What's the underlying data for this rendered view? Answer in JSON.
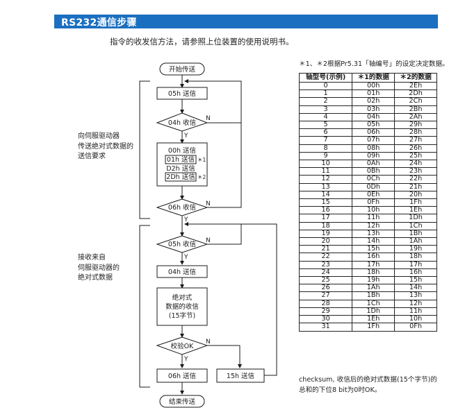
{
  "header": {
    "title": "RS232通信步骤"
  },
  "intro": "指令的收发信方法，请参照上位装置的使用说明书。",
  "table_note": "＊1、＊2根据Pr5.31「轴编号」的设定决定数据。",
  "table": {
    "headers": [
      "轴型号(示例)",
      "＊1的数据",
      "＊2的数据"
    ],
    "rows": [
      [
        "0",
        "00h",
        "2Eh"
      ],
      [
        "1",
        "01h",
        "2Dh"
      ],
      [
        "2",
        "02h",
        "2Ch"
      ],
      [
        "3",
        "03h",
        "2Bh"
      ],
      [
        "4",
        "04h",
        "2Ah"
      ],
      [
        "5",
        "05h",
        "29h"
      ],
      [
        "6",
        "06h",
        "28h"
      ],
      [
        "7",
        "07h",
        "27h"
      ],
      [
        "8",
        "08h",
        "26h"
      ],
      [
        "9",
        "09h",
        "25h"
      ],
      [
        "10",
        "0Ah",
        "24h"
      ],
      [
        "11",
        "0Bh",
        "23h"
      ],
      [
        "12",
        "0Ch",
        "22h"
      ],
      [
        "13",
        "0Dh",
        "21h"
      ],
      [
        "14",
        "0Eh",
        "20h"
      ],
      [
        "15",
        "0Fh",
        "1Fh"
      ],
      [
        "16",
        "10h",
        "1Eh"
      ],
      [
        "17",
        "11h",
        "1Dh"
      ],
      [
        "18",
        "12h",
        "1Ch"
      ],
      [
        "19",
        "13h",
        "1Bh"
      ],
      [
        "20",
        "14h",
        "1Ah"
      ],
      [
        "21",
        "15h",
        "19h"
      ],
      [
        "22",
        "16h",
        "18h"
      ],
      [
        "23",
        "17h",
        "17h"
      ],
      [
        "24",
        "18h",
        "16h"
      ],
      [
        "25",
        "19h",
        "15h"
      ],
      [
        "26",
        "1Ah",
        "14h"
      ],
      [
        "27",
        "1Bh",
        "13h"
      ],
      [
        "28",
        "1Ch",
        "12h"
      ],
      [
        "29",
        "1Dh",
        "11h"
      ],
      [
        "30",
        "1Eh",
        "10h"
      ],
      [
        "31",
        "1Fh",
        "0Fh"
      ]
    ]
  },
  "checksum_note": "checksum, 收信后的绝对式数据(15个字节)的总和的下位8 bit为0时OK。",
  "flow": {
    "start": "开始传送",
    "send_05h": "05h 送信",
    "recv_04h": "04h 收信",
    "send_00h": "00h 送信",
    "send_01h": "01h 送信",
    "mark1": "＊1",
    "send_d2h": "D2h 送信",
    "send_2dh": "2Dh 送信",
    "mark2": "＊2",
    "recv_06h": "06h 收信",
    "recv_05h": "05h 收信",
    "send_04h": "04h 送信",
    "abs_line1": "绝对式",
    "abs_line2": "数据的收信",
    "abs_line3": "(15字节)",
    "checksum_ok": "校验OK",
    "send_06h": "06h 送信",
    "send_15h": "15h 送信",
    "end": "结束传送",
    "yes": "Y",
    "no": "N"
  },
  "side_request": [
    "向伺服驱动器",
    "传送绝对式数据的",
    "送信要求"
  ],
  "side_receive": [
    "接收来自",
    "伺服驱动器的",
    "绝对式数据"
  ]
}
